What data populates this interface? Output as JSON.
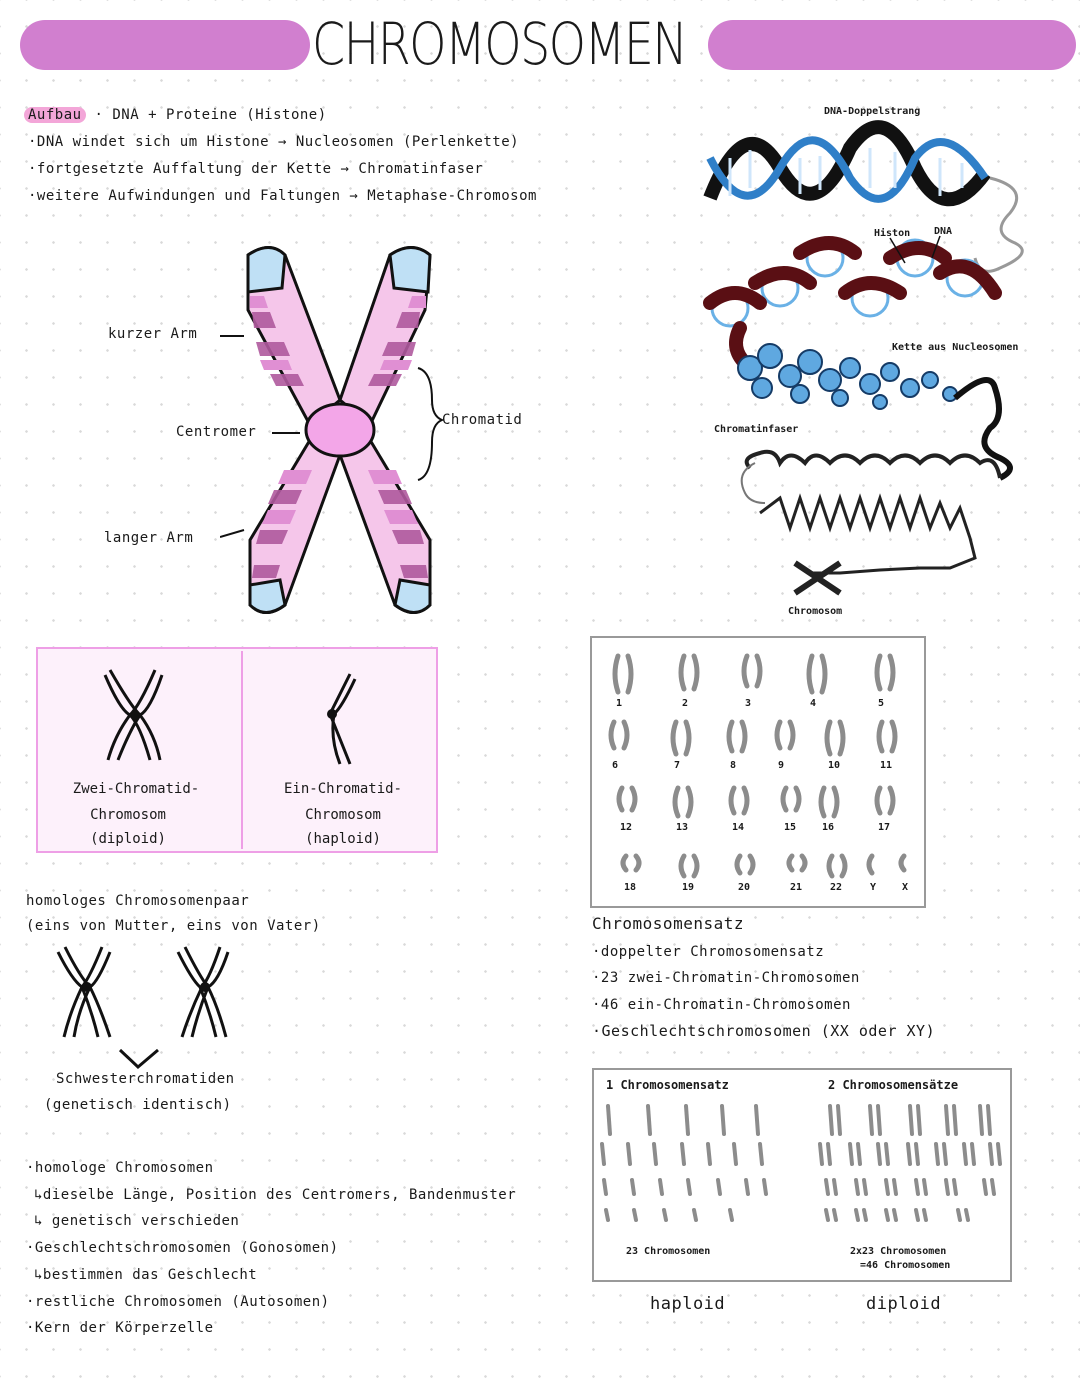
{
  "header": {
    "title": "CHROMOSOMEN",
    "accent_color": "#d17fcf"
  },
  "aufbau": {
    "label": "Aufbau",
    "line1": "· DNA + Proteine (Histone)",
    "line2": "·DNA windet sich um Histone → Nucleosomen (Perlenkette)",
    "line3": "·fortgesetzte Auffaltung der Kette → Chromatinfaser",
    "line4": "·weitere Aufwindungen und Faltungen → Metaphase-Chromosom"
  },
  "chromosome_diagram": {
    "short_arm": "kurzer Arm",
    "centromer": "Centromer",
    "long_arm": "langer Arm",
    "chromatid": "Chromatid",
    "colors": {
      "band_light": "#f5c6ea",
      "band_mid": "#e08fd3",
      "band_dark": "#b05a9e",
      "tip": "#bfe0f5",
      "centromer": "#f3a6e8"
    }
  },
  "dna_diagram": {
    "doppelstrang": "DNA-Doppelstrang",
    "histon": "Histon",
    "dna": "DNA",
    "nucleosomen": "Kette aus Nucleosomen",
    "chromatinfaser": "Chromatinfaser",
    "chromosom": "Chromosom"
  },
  "chromatid_box": {
    "left": {
      "line1": "Zwei-Chromatid-",
      "line2": "Chromosom",
      "line3": "(diploid)"
    },
    "right": {
      "line1": "Ein-Chromatid-",
      "line2": "Chromosom",
      "line3": "(haploid)"
    }
  },
  "homolog": {
    "title1": "homologes Chromosomenpaar",
    "title2": "(eins von Mutter, eins von Vater)",
    "label1": "Schwesterchromatiden",
    "label2": "(genetisch identisch)"
  },
  "notes": {
    "line1": "·homologe Chromosomen",
    "line2": "↳dieselbe Länge, Position des Centromers, Bandenmuster",
    "line3": "↳ genetisch verschieden",
    "line4": "·Geschlechtschromosomen (Gonosomen)",
    "line5": "↳bestimmen das Geschlecht",
    "line6": "·restliche Chromosomen (Autosomen)",
    "line7": "·Kern der Körperzelle"
  },
  "karyotype": {
    "labels": [
      "1",
      "2",
      "3",
      "4",
      "5",
      "6",
      "7",
      "8",
      "9",
      "10",
      "11",
      "12",
      "13",
      "14",
      "15",
      "16",
      "17",
      "18",
      "19",
      "20",
      "21",
      "22",
      "Y",
      "X"
    ]
  },
  "chromosomensatz": {
    "title": "Chromosomensatz",
    "line1": "·doppelter Chromosomensatz",
    "line2": "·23 zwei-Chromatin-Chromosomen",
    "line3": "·46 ein-Chromatin-Chromosomen",
    "line4": "·Geschlechtschromosomen (XX oder XY)"
  },
  "sets_box": {
    "left_title": "1 Chromosomensatz",
    "right_title": "2 Chromosomensätze",
    "left_count": "23 Chromosomen",
    "right_count1": "2x23 Chromosomen",
    "right_count2": "=46 Chromosomen",
    "haploid": "haploid",
    "diploid": "diploid"
  }
}
